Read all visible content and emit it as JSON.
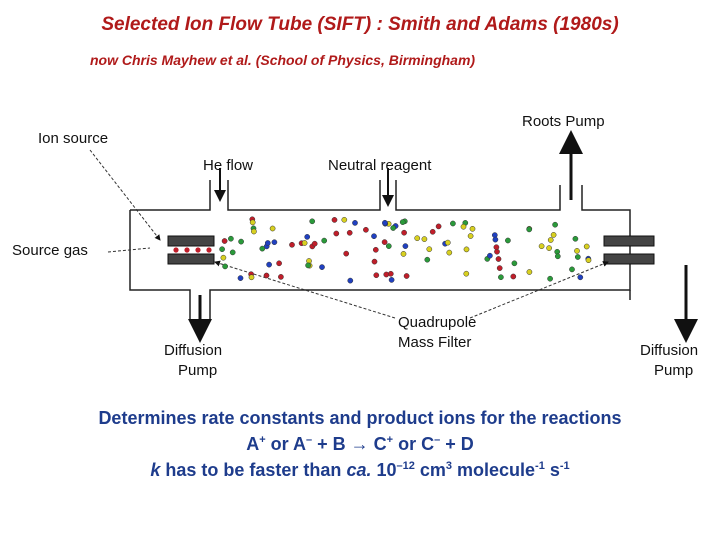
{
  "title": "Selected Ion Flow Tube (SIFT) :  Smith and Adams (1980s)",
  "subtitle": "now Chris Mayhew et al. (School of Physics, Birmingham)",
  "labels": {
    "ion_source": "Ion source",
    "roots_pump": "Roots Pump",
    "he_flow": "He flow",
    "neutral_reagent": "Neutral reagent",
    "source_gas": "Source gas",
    "quadrupole_line1": "Quadrupole",
    "quadrupole_line2": "Mass Filter",
    "diffusion_left_line1": "Diffusion",
    "diffusion_left_line2": "Pump",
    "diffusion_right_line1": "Diffusion",
    "diffusion_right_line2": "Pump"
  },
  "footer": {
    "line1": "Determines rate constants and product ions for the reactions",
    "line2_a": "A",
    "line2_a_sup": "+",
    "line2_b": " or A",
    "line2_b_sup": "–",
    "line2_c": " + B  →  C",
    "line2_c_sup": "+",
    "line2_d": " or C",
    "line2_d_sup": "–",
    "line2_e": " + D",
    "line3_k": "k",
    "line3_a": "  has to be faster than ",
    "line3_ca": "ca.",
    "line3_b": " 10",
    "line3_exp1": "–12",
    "line3_c": " cm",
    "line3_exp2": "3",
    "line3_d": " molecule",
    "line3_exp3": "-1",
    "line3_e": " s",
    "line3_exp4": "-1"
  },
  "colors": {
    "title": "#b01a1a",
    "footer": "#1e3c8c",
    "particle_colors": [
      "#d8d020",
      "#2a9a3a",
      "#c01e2a",
      "#2040c0"
    ]
  }
}
